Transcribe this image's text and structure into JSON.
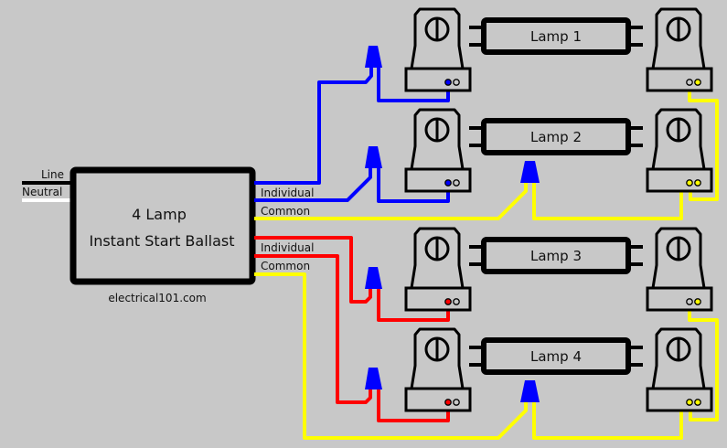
{
  "diagram": {
    "title": "4 Lamp Instant Start Ballast Wiring",
    "ballast": {
      "line1": "4 Lamp",
      "line2": "Instant Start Ballast"
    },
    "supply": {
      "line_label": "Line",
      "neutral_label": "Neutral"
    },
    "outputs": [
      {
        "label": "Individual",
        "color": "#0000ff"
      },
      {
        "label": "Common",
        "color": "#ffff00"
      },
      {
        "label": "Individual",
        "color": "#ff0000"
      },
      {
        "label": "Common",
        "color": "#ffff00"
      }
    ],
    "lamps": [
      {
        "label": "Lamp 1"
      },
      {
        "label": "Lamp 2"
      },
      {
        "label": "Lamp 3"
      },
      {
        "label": "Lamp 4"
      }
    ],
    "credit": "electrical101.com",
    "colors": {
      "background": "#c8c8c8",
      "blue_wire": "#0000ff",
      "red_wire": "#ff0000",
      "yellow_wire": "#ffff00",
      "wire_nut": "#0000ff",
      "outline": "#000000",
      "neutral": "#ffffff"
    }
  }
}
